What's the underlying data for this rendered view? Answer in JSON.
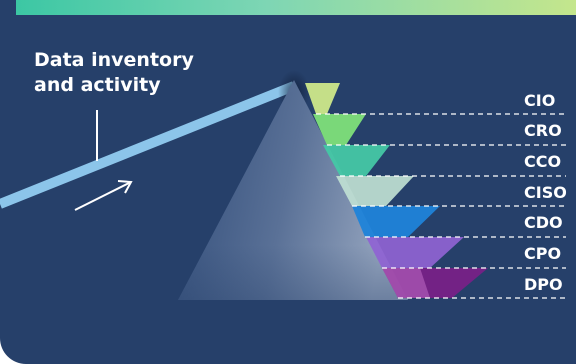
{
  "diagram": {
    "flow_label_line1": "Data inventory",
    "flow_label_line2": "and activity",
    "roles": [
      {
        "label": "CIO",
        "color": "#cde88a"
      },
      {
        "label": "CRO",
        "color": "#7ee07a"
      },
      {
        "label": "CCO",
        "color": "#45c7a5"
      },
      {
        "label": "CISO",
        "color": "#bfe0d2"
      },
      {
        "label": "CDO",
        "color": "#1f83d9"
      },
      {
        "label": "CPO",
        "color": "#8f63d2"
      },
      {
        "label": "DPO",
        "color": "#7a1f88"
      }
    ]
  },
  "colors": {
    "background": "#26406a",
    "beam": "#8cc5ea",
    "stripe_start": "#3cc7a4",
    "stripe_end": "#c4e68c"
  }
}
